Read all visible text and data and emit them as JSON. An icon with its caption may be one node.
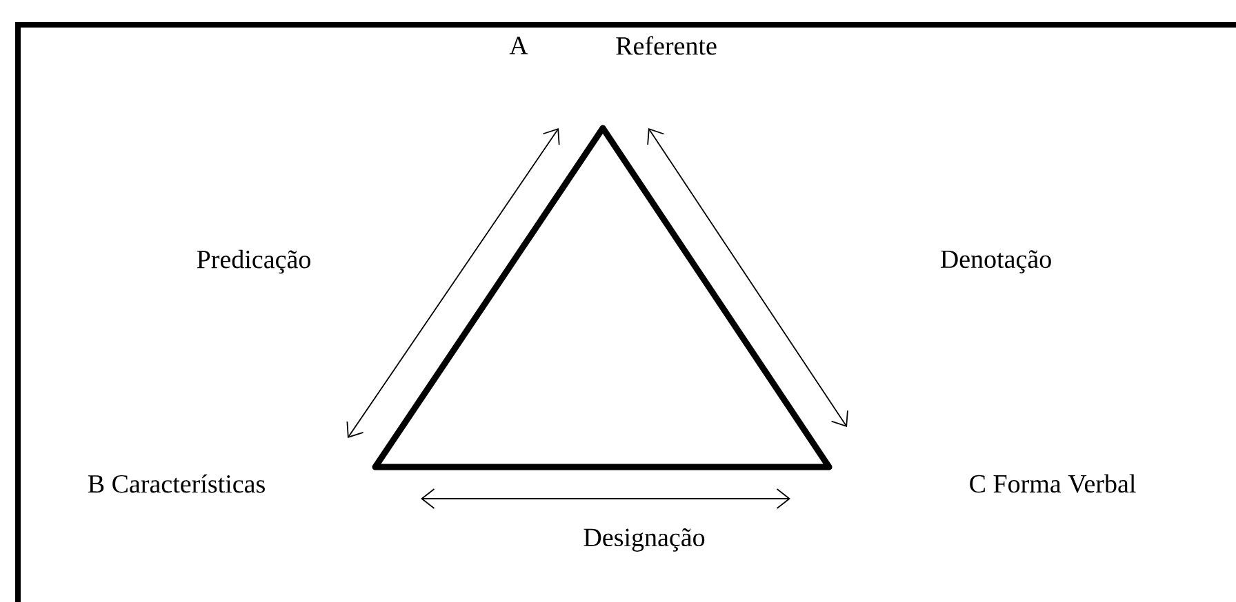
{
  "diagram": {
    "labels": [
      "A",
      "Referente",
      "Predicação",
      "Denotação",
      "B Características",
      "C Forma Verbal",
      "Designação"
    ]
  }
}
